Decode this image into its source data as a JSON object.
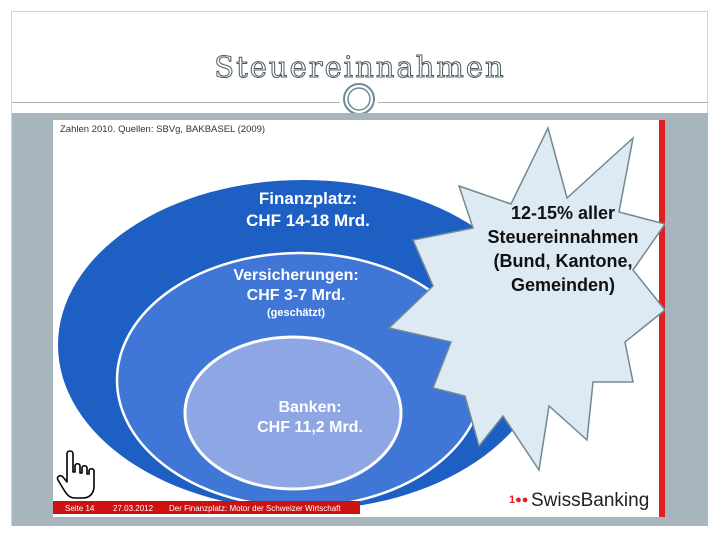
{
  "page_title": "Steuereinnahmen",
  "slide": {
    "source_note": "Zahlen 2010. Quellen: SBVg, BAKBASEL (2009)",
    "outer": {
      "line1": "Finanzplatz:",
      "line2": "CHF 14-18 Mrd."
    },
    "middle": {
      "line1": "Versicherungen:",
      "line2": "CHF 3-7 Mrd.",
      "note": "(geschätzt)"
    },
    "inner": {
      "line1": "Banken:",
      "line2": "CHF 11,2 Mrd."
    },
    "burst": {
      "line1": "12-15% aller",
      "line2": "Steuereinnahmen",
      "line3": "(Bund, Kantone,",
      "line4": "Gemeinden)"
    },
    "footer": {
      "page": "Seite 14",
      "date": "27.03.2012",
      "caption": "Der Finanzplatz: Motor der Schweizer Wirtschaft"
    },
    "brand": {
      "mark": "1●●",
      "name": "SwissBanking"
    }
  },
  "colors": {
    "outer_ellipse": "#1e5fc4",
    "middle_ellipse": "#4077d6",
    "inner_ellipse": "#8ea6e4",
    "burst_fill": "#dde9f3",
    "footer_red": "#cc1111",
    "accent_red": "#e02020"
  },
  "icons": {
    "cursor": "hand-pointer-icon",
    "ornament": "ring-ornament-icon"
  }
}
